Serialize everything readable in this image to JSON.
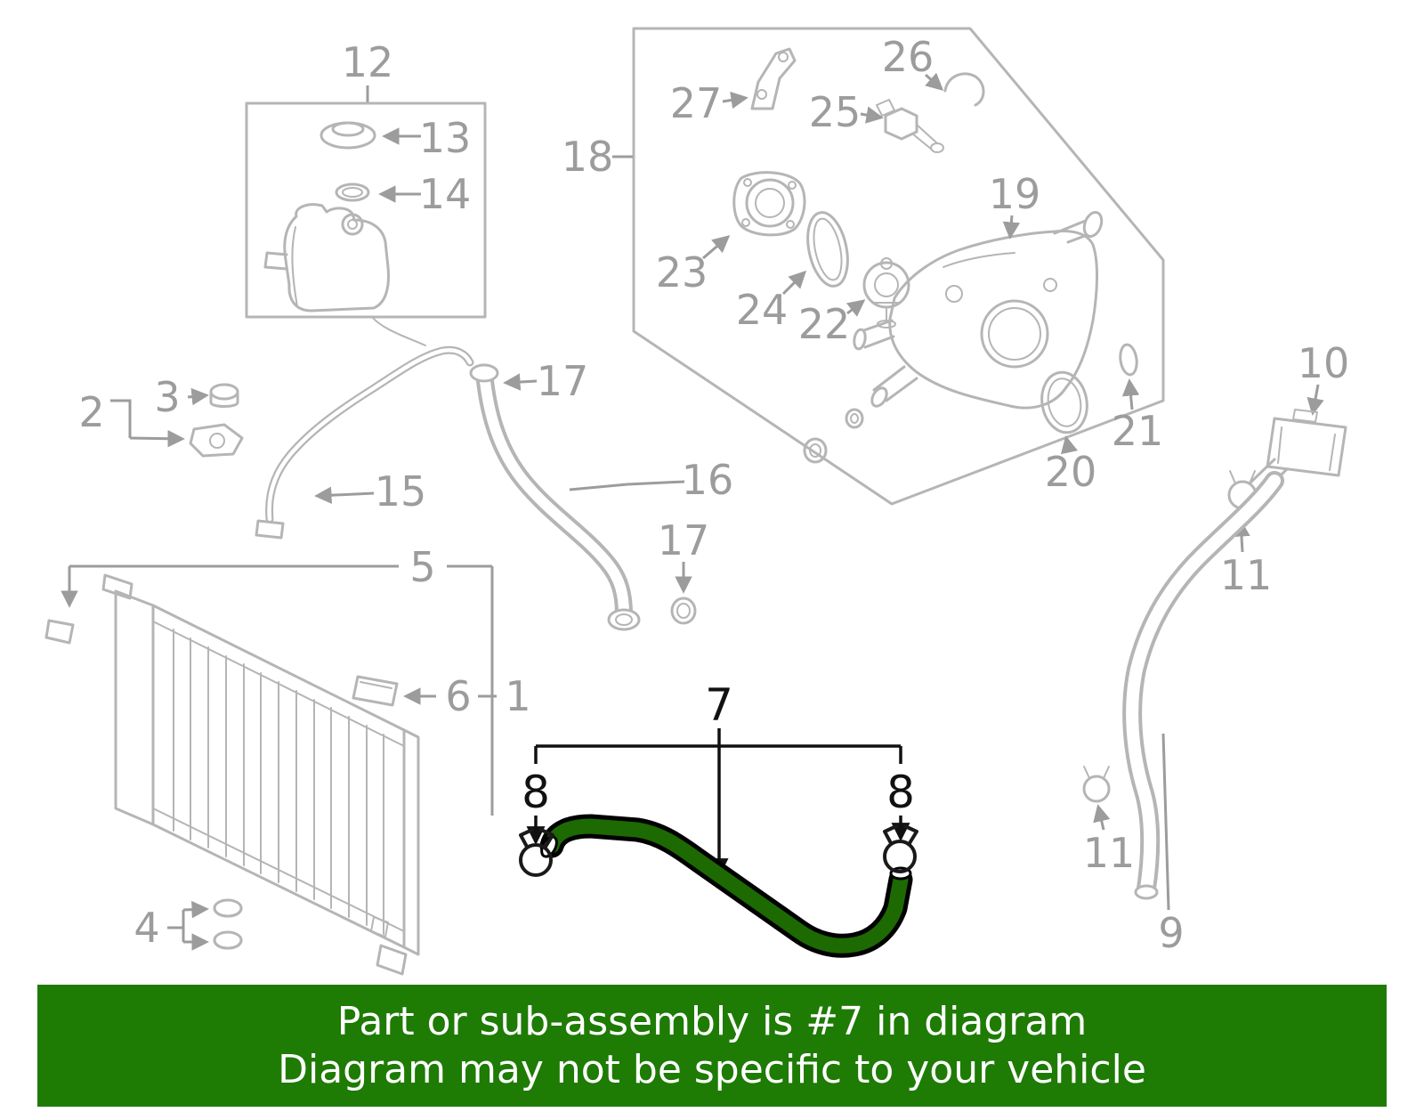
{
  "banner": {
    "line1": "Part or sub-assembly is #7 in diagram",
    "line2": "Diagram may not be specific to your vehicle"
  },
  "colors": {
    "banner_bg": "#1e7b04",
    "banner_text": "#ffffff",
    "diagram_line": "#b5b5b5",
    "label_gray": "#9c9c9c",
    "callout_black": "#111111",
    "highlight_green": "#1d6a03",
    "highlight_outline": "#000000"
  },
  "callouts": {
    "c1": "1",
    "c2": "2",
    "c3": "3",
    "c4": "4",
    "c5": "5",
    "c6": "6",
    "c7": "7",
    "c8": "8",
    "c9": "9",
    "c10": "10",
    "c11": "11",
    "c12": "12",
    "c13": "13",
    "c14": "14",
    "c15": "15",
    "c16": "16",
    "c17": "17",
    "c18": "18",
    "c19": "19",
    "c20": "20",
    "c21": "21",
    "c22": "22",
    "c23": "23",
    "c24": "24",
    "c25": "25",
    "c26": "26",
    "c27": "27"
  }
}
